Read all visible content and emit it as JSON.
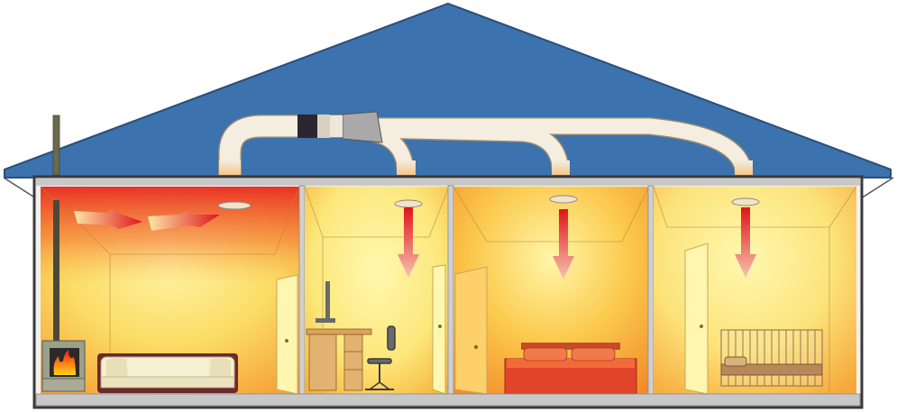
{
  "diagram": {
    "subject": "heat-transfer-system",
    "rooms": [
      {
        "id": "living-room",
        "role": "heat-source",
        "flow": "warm-air-collected-at-ceiling-vent"
      },
      {
        "id": "study",
        "role": "heated-room",
        "flow": "warm-air-out-of-ceiling-outlet"
      },
      {
        "id": "main-bedroom",
        "role": "heated-room",
        "flow": "warm-air-out-of-ceiling-outlet"
      },
      {
        "id": "nursery",
        "role": "heated-room",
        "flow": "warm-air-out-of-ceiling-outlet"
      }
    ],
    "icons": [
      "fireplace-icon",
      "flue-chimney",
      "ducting",
      "fan-unit",
      "ceiling-vent",
      "airflow-arrow",
      "sofa-icon",
      "desk-icon",
      "office-chair-icon",
      "bed-icon",
      "cot-icon",
      "door-icon"
    ],
    "colors": {
      "roof": "#3c72ad",
      "roof_outline": "#2a4f7a",
      "wall_outline": "#3a3a3a",
      "floor": "#c8c8c8",
      "duct": "#f4ede0",
      "fan_collar": "#2c2630",
      "arrow": "#e0141a",
      "heat_hot": "#e82a22",
      "heat_warm": "#f7b13a",
      "heat_mild": "#fff3a6"
    }
  }
}
